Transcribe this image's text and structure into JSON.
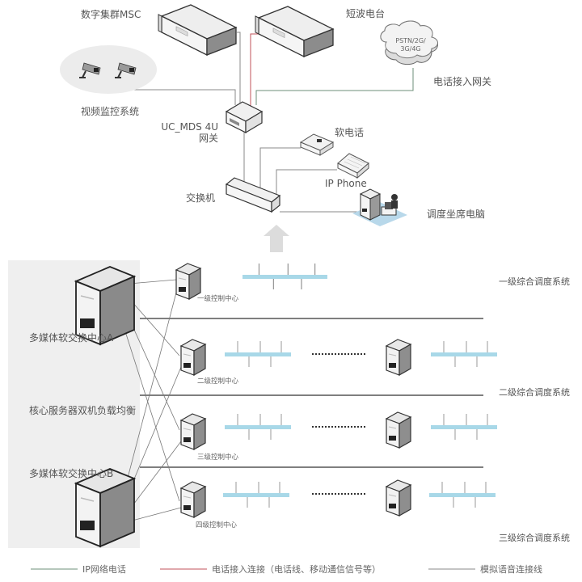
{
  "colors": {
    "ip_line": "#6d8f78",
    "phone_line": "#c0505a",
    "analog_line": "#8a8a8a",
    "bus": "#a8d8e8",
    "core_panel": "#efefef",
    "arrow": "#dcdcdc"
  },
  "top": {
    "msc_label": "数字集群MSC",
    "radio_label": "短波电台",
    "cloud_text_line1": "PSTN/2G/",
    "cloud_text_line2": "3G/4G",
    "gateway_access_label": "电话接入网关",
    "video_label": "视频监控系统",
    "mds_label_line1": "UC_MDS 4U",
    "mds_label_line2": "网关",
    "softphone_label": "软电话",
    "ipphone_label": "IP Phone",
    "switch_label": "交换机",
    "dispatch_pc_label": "调度坐席电脑"
  },
  "core": {
    "server_a_label": "多媒体软交换中心A",
    "balance_label": "核心服务器双机负载均衡",
    "server_b_label": "多媒体软交换中心B"
  },
  "levels": [
    {
      "center_label": "一级控制中心",
      "system_label": "一级综合调度系统"
    },
    {
      "center_label": "二级控制中心",
      "system_label": "二级综合调度系统"
    },
    {
      "center_label": "三级控制中心",
      "system_label": ""
    },
    {
      "center_label": "四级控制中心",
      "system_label": "三级综合调度系统"
    }
  ],
  "legend": [
    {
      "label": "IP网络电话",
      "type": "ip"
    },
    {
      "label": "电话接入连接（电话线、移动通信信号等）",
      "type": "phone"
    },
    {
      "label": "模拟语音连接线",
      "type": "analog"
    }
  ],
  "icons": {
    "rack": "rack-server-icon",
    "cloud": "cloud-icon",
    "camera": "cctv-camera-icon",
    "gateway": "gateway-box-icon",
    "softphone": "soft-phone-icon",
    "ipphone": "ip-phone-icon",
    "switch": "network-switch-icon",
    "workstation": "dispatch-workstation-icon",
    "tower": "tower-server-icon",
    "arrow": "up-arrow-icon"
  }
}
